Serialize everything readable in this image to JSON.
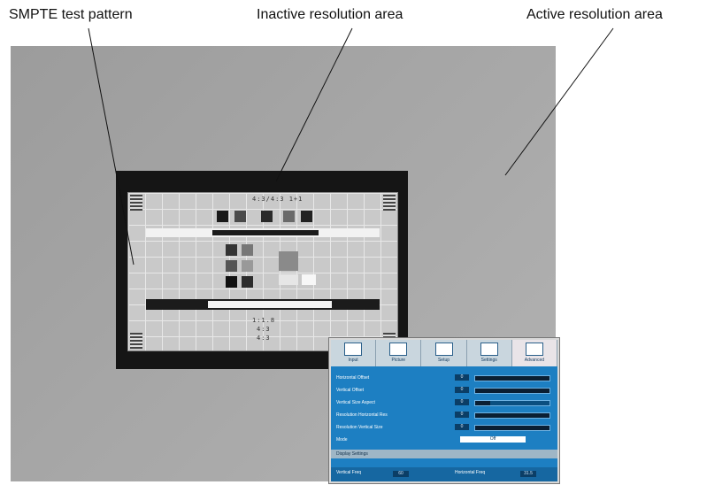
{
  "labels": {
    "smpte": "SMPTE test pattern",
    "inactive": "Inactive resolution area",
    "active": "Active resolution area"
  },
  "pattern_text": {
    "top": "4:3/4:3 1+1",
    "bottom_1": "1:1.8",
    "bottom_2": "4:3",
    "bottom_3": "4:3"
  },
  "osd": {
    "tabs": [
      {
        "label": "Input",
        "icon": "input-icon"
      },
      {
        "label": "Picture",
        "icon": "picture-icon"
      },
      {
        "label": "Setup",
        "icon": "setup-icon"
      },
      {
        "label": "Settings",
        "icon": "settings-icon"
      },
      {
        "label": "Advanced",
        "icon": "advanced-icon"
      }
    ],
    "rows": [
      {
        "label": "Horizontal Offset",
        "value": "0",
        "fill": 1.0
      },
      {
        "label": "Vertical Offset",
        "value": "0",
        "fill": 1.0
      },
      {
        "label": "Vertical Size Aspect",
        "value": "0",
        "fill": 0.2
      },
      {
        "label": "Resolution Horizontal Res",
        "value": "0",
        "fill": 1.0
      },
      {
        "label": "Resolution Vertical Size",
        "value": "0",
        "fill": 1.0
      }
    ],
    "select_row": {
      "label": "Mode",
      "value": "Off"
    },
    "section_label": "Display Settings",
    "bottom": {
      "left_label": "Vertical Freq",
      "left_value": "60",
      "right_label": "Horizontal Freq",
      "right_value": "31.5"
    }
  },
  "colors": {
    "osd_blue": "#1d7fc2",
    "background_gray": "#a6a6a6",
    "frame_black": "#151515"
  }
}
